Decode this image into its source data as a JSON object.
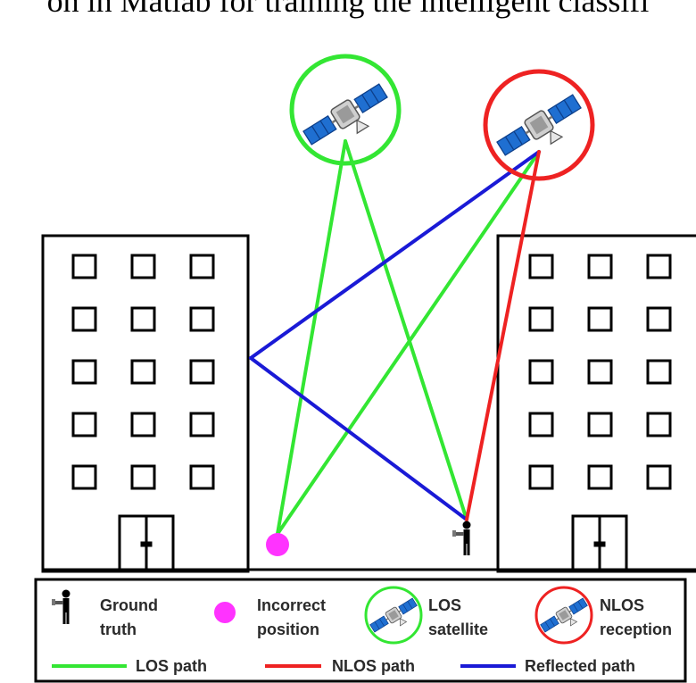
{
  "caption": "on in Matlab for training the intelligent classifi",
  "colors": {
    "los": "#33e633",
    "nlos": "#ee2222",
    "reflected": "#1a1ad6",
    "incorrect_position": "#ff33ff",
    "building_stroke": "#000000"
  },
  "legend": {
    "ground_truth": [
      "Ground",
      "truth"
    ],
    "incorrect_position": [
      "Incorrect",
      "position"
    ],
    "los_satellite": [
      "LOS",
      "satellite"
    ],
    "nlos_reception": [
      "NLOS",
      "reception"
    ],
    "los_path": "LOS path",
    "nlos_path": "NLOS path",
    "reflected_path": "Reflected path"
  },
  "icons": {
    "satellite": "satellite-icon",
    "person": "person-icon",
    "building": "building-icon"
  }
}
